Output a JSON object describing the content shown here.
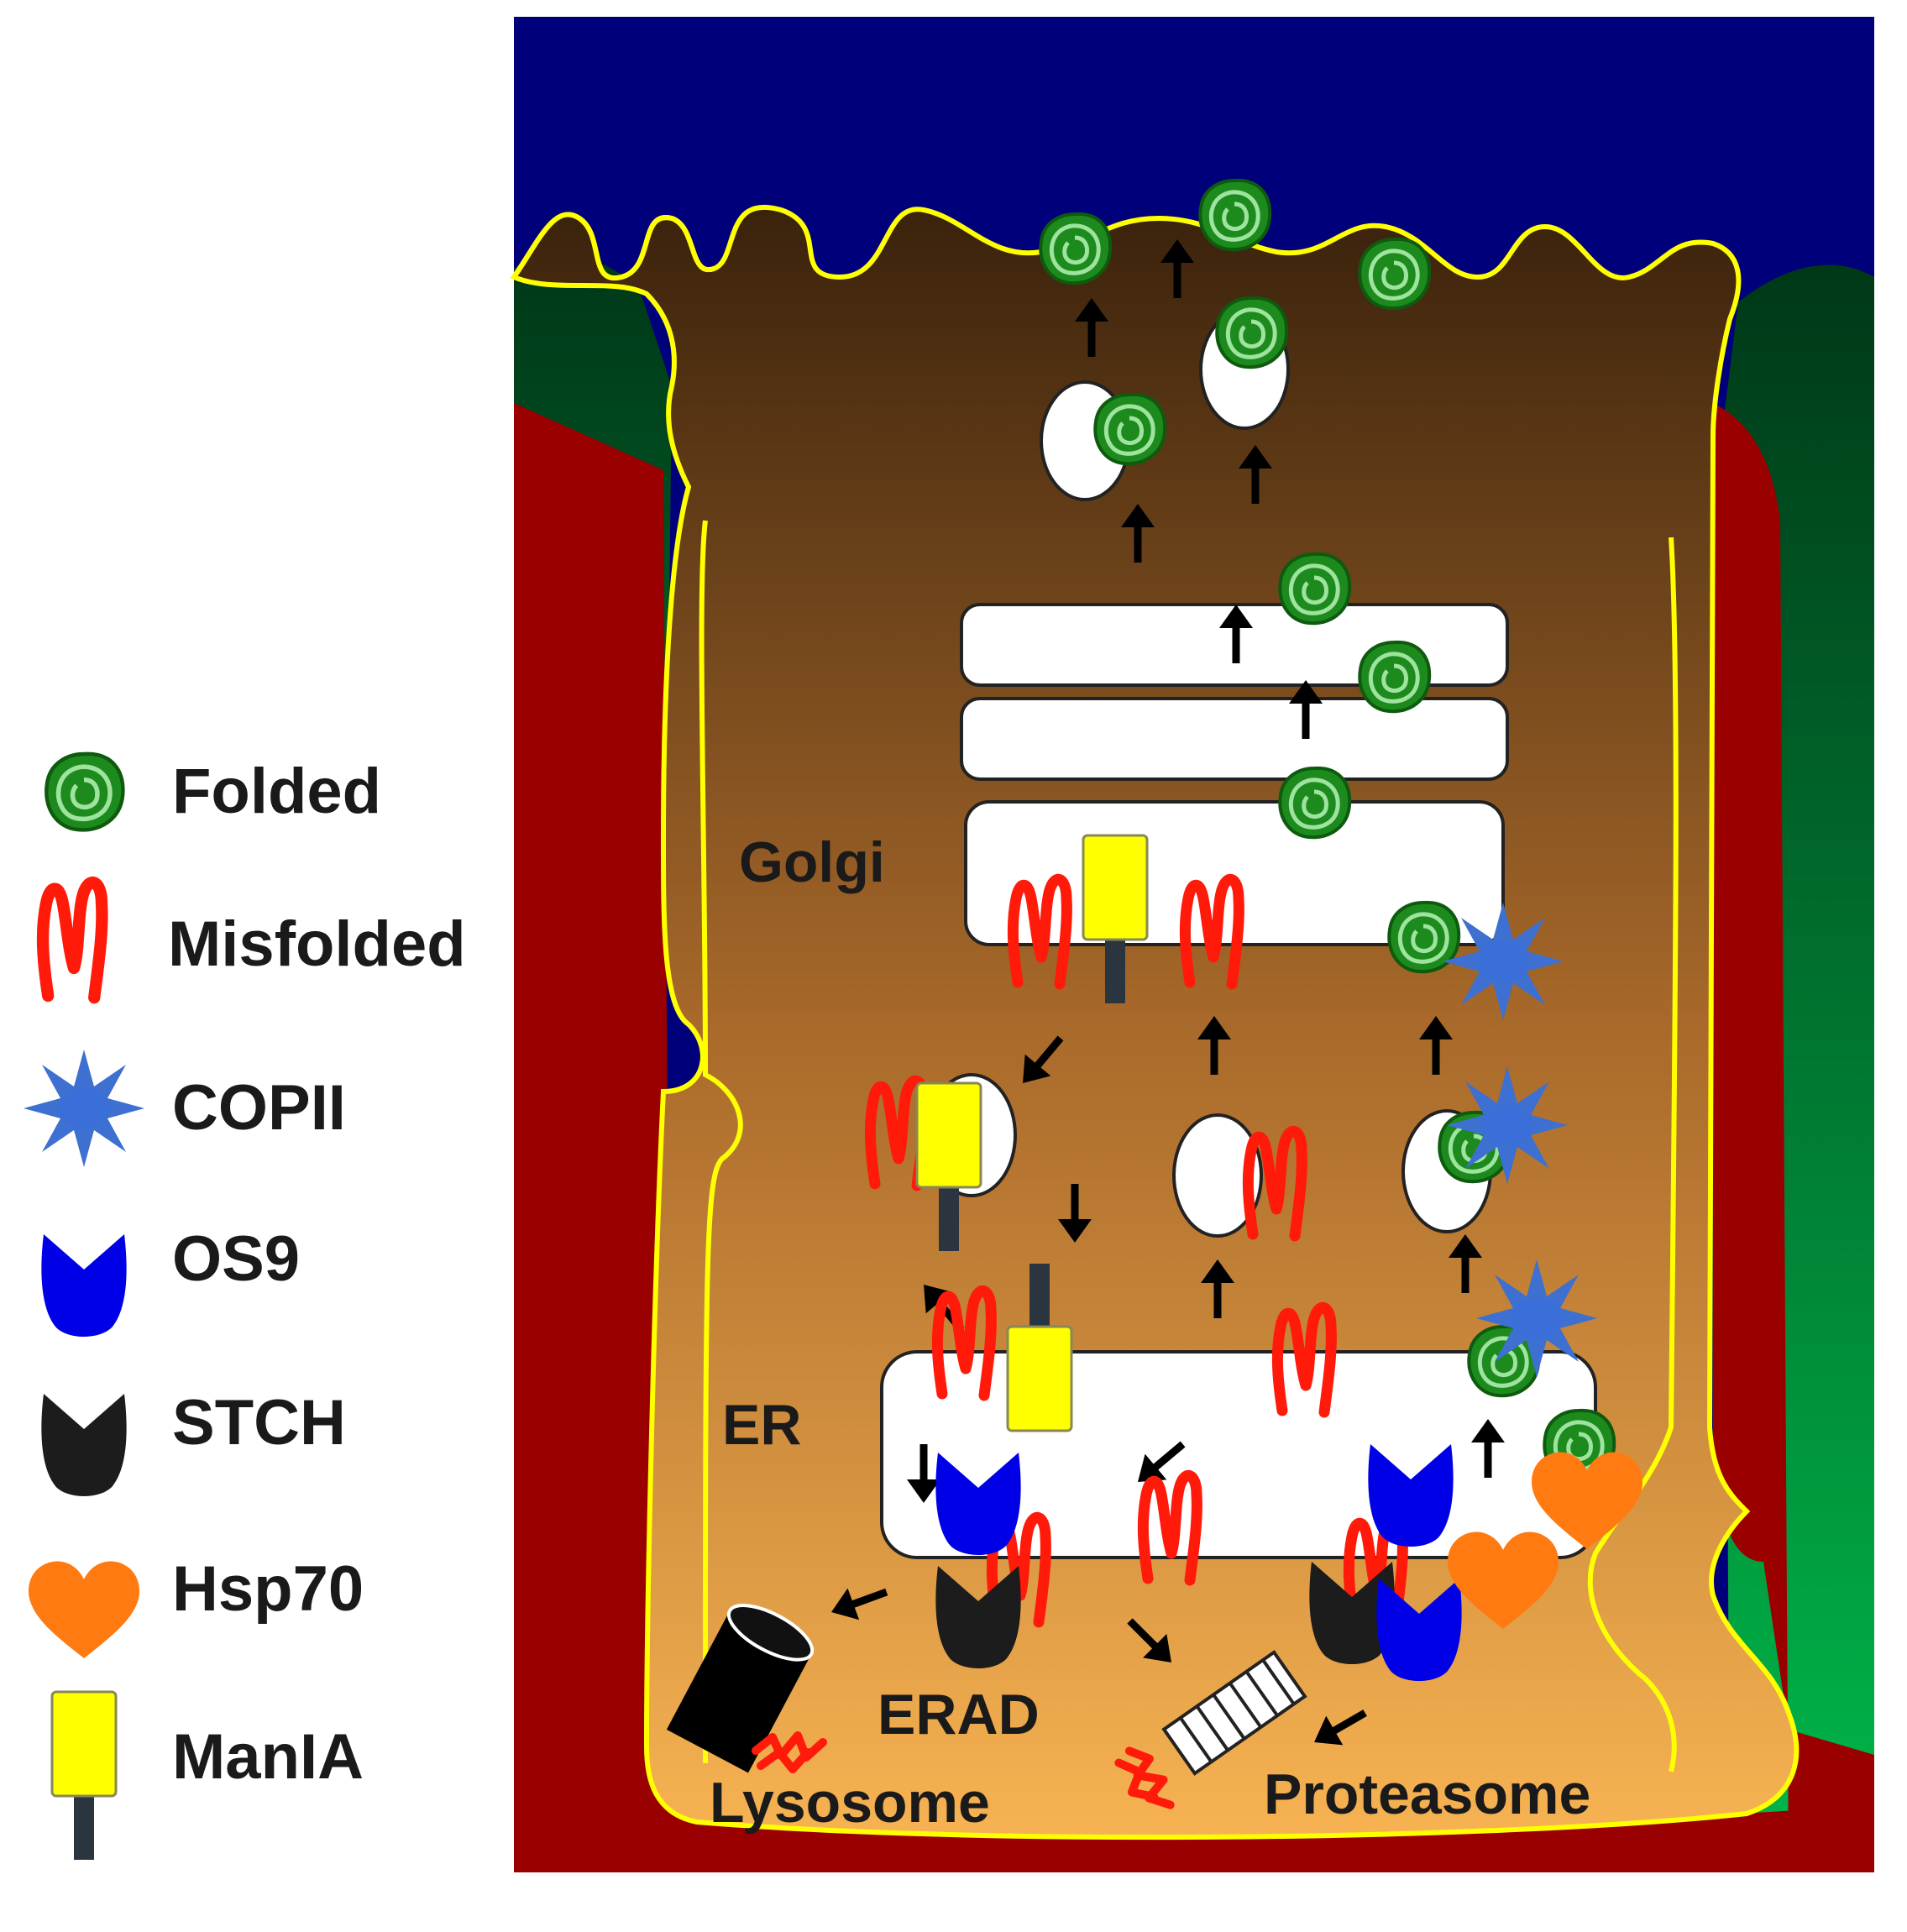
{
  "legend": {
    "folded": "Folded",
    "misfolded": "Misfolded",
    "copii": "COPII",
    "os9": "OS9",
    "stch": "STCH",
    "hsp70": "Hsp70",
    "mania": "ManIA"
  },
  "labels": {
    "golgi": "Golgi",
    "er": "ER",
    "erad": "ERAD",
    "lysosome": "Lysosome",
    "proteasome": "Proteasome"
  },
  "icons": {
    "folded": "green-coil-icon",
    "misfolded": "red-squiggle-icon",
    "copii": "blue-star-icon",
    "os9": "blue-chevron-icon",
    "stch": "black-chevron-icon",
    "hsp70": "orange-heart-icon",
    "mania": "yellow-rect-on-stalk-icon"
  },
  "colors": {
    "lumen": "#00007a",
    "cell_top": "#3a220c",
    "cell_bottom": "#f7b352",
    "membrane": "#ffff00",
    "neighbor_red": "#9b0000",
    "neighbor_green_top": "#003818",
    "neighbor_green_bottom": "#00b84a",
    "folded": "#1d8a1d",
    "misfolded": "#ff1a0a",
    "copii": "#3d70d0",
    "os9": "#0000e6",
    "stch": "#1c1c1c",
    "hsp70": "#ff7a10",
    "mania": "#ffff00",
    "mania_stalk": "#2b3540"
  }
}
